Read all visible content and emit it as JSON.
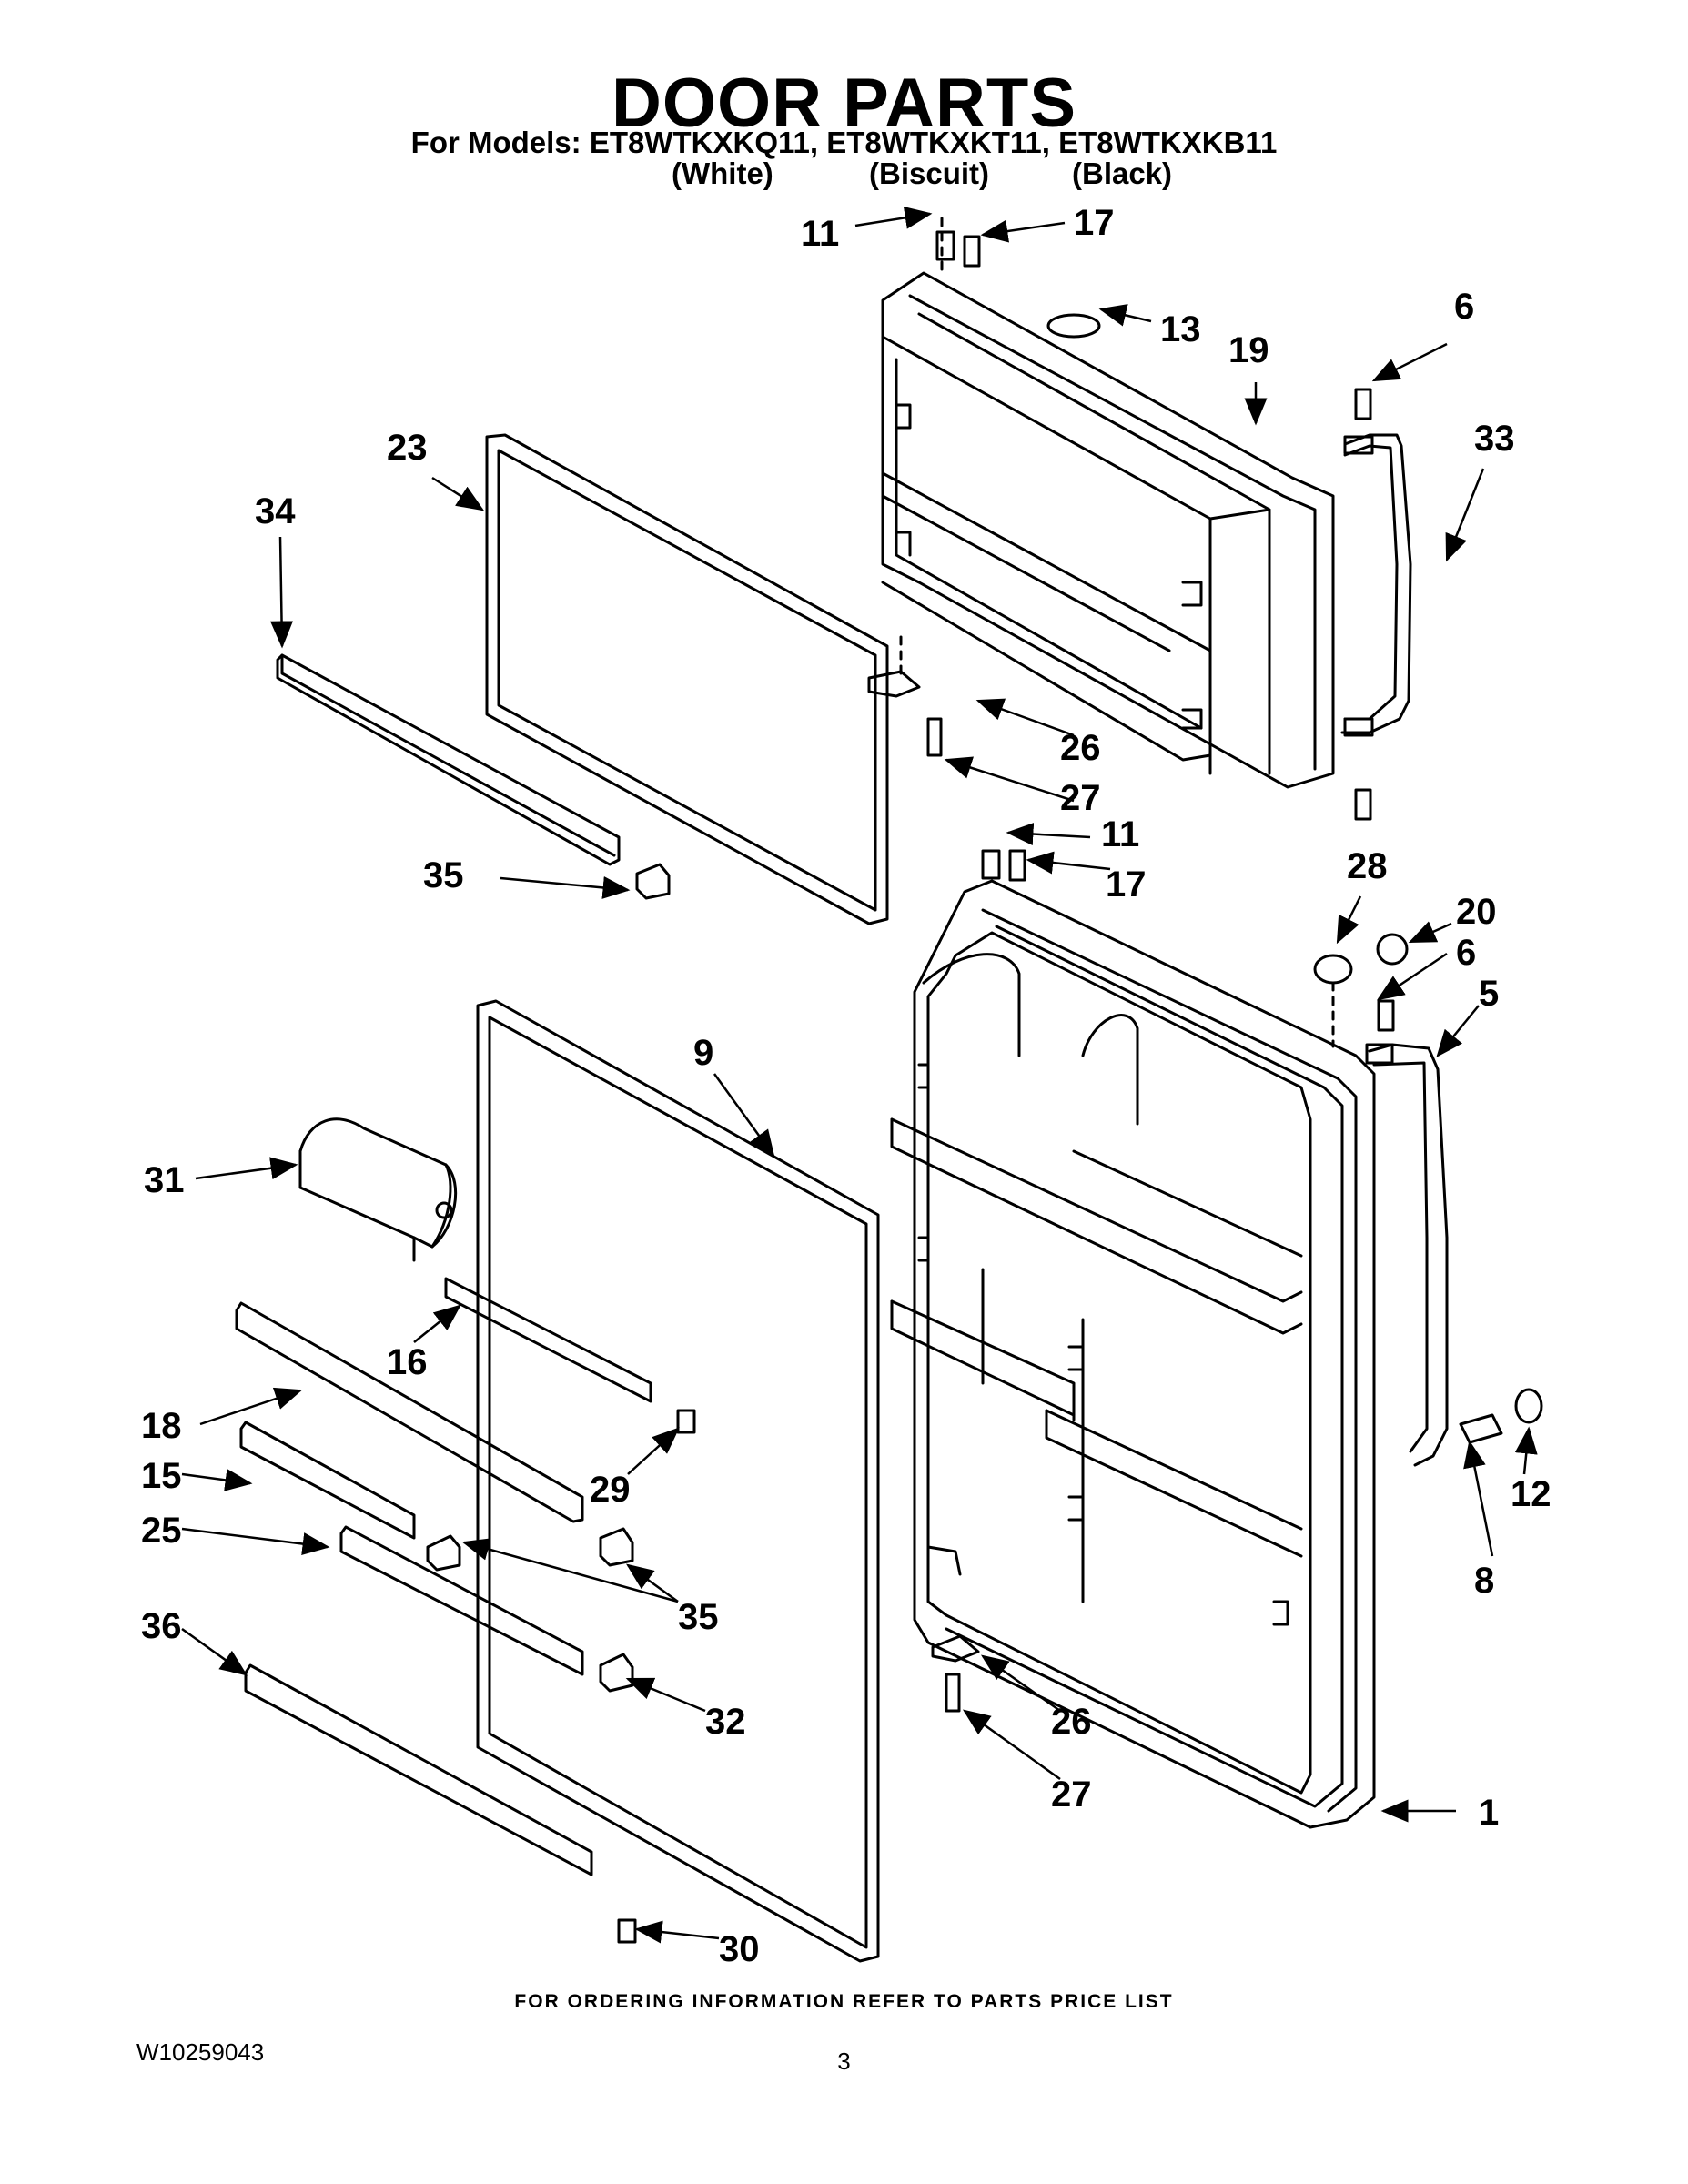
{
  "header": {
    "title": "DOOR PARTS",
    "models_line": "For Models: ET8WTKXKQ11, ET8WTKXKT11, ET8WTKXKB11",
    "colors": [
      "(White)",
      "(Biscuit)",
      "(Black)"
    ]
  },
  "callouts": [
    "11",
    "17",
    "13",
    "19",
    "6",
    "33",
    "23",
    "34",
    "26",
    "27",
    "35",
    "11",
    "17",
    "28",
    "20",
    "6",
    "5",
    "9",
    "31",
    "16",
    "18",
    "29",
    "15",
    "25",
    "35",
    "36",
    "32",
    "12",
    "8",
    "26",
    "27",
    "1",
    "30"
  ],
  "footer": {
    "ordering_note": "FOR ORDERING INFORMATION REFER TO PARTS PRICE LIST",
    "doc_number": "W10259043",
    "page_number": "3"
  }
}
